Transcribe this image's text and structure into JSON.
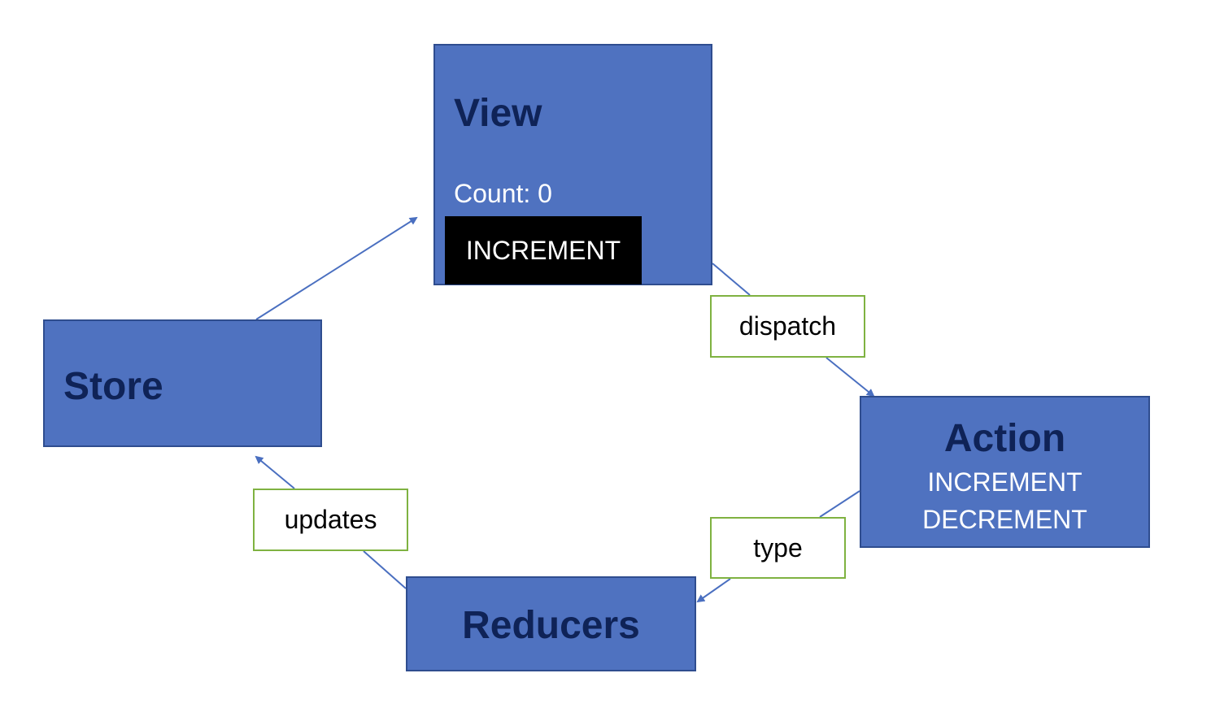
{
  "nodes": {
    "view": {
      "title": "View",
      "count_text": "Count: 0",
      "button_label": "INCREMENT"
    },
    "store": {
      "title": "Store"
    },
    "action": {
      "title": "Action",
      "types": [
        "INCREMENT",
        "DECREMENT"
      ]
    },
    "reducers": {
      "title": "Reducers"
    }
  },
  "edges": {
    "view_to_action": {
      "label": "dispatch"
    },
    "action_to_reducers": {
      "label": "type"
    },
    "reducers_to_store": {
      "label": "updates"
    },
    "store_to_view": {
      "label": ""
    }
  },
  "colors": {
    "node_fill": "#4f72c0",
    "node_border": "#2f4d8f",
    "title_text": "#0f2357",
    "body_text": "#ffffff",
    "button_fill": "#000000",
    "label_border": "#7fb241",
    "connector": "#4a6fc0"
  }
}
